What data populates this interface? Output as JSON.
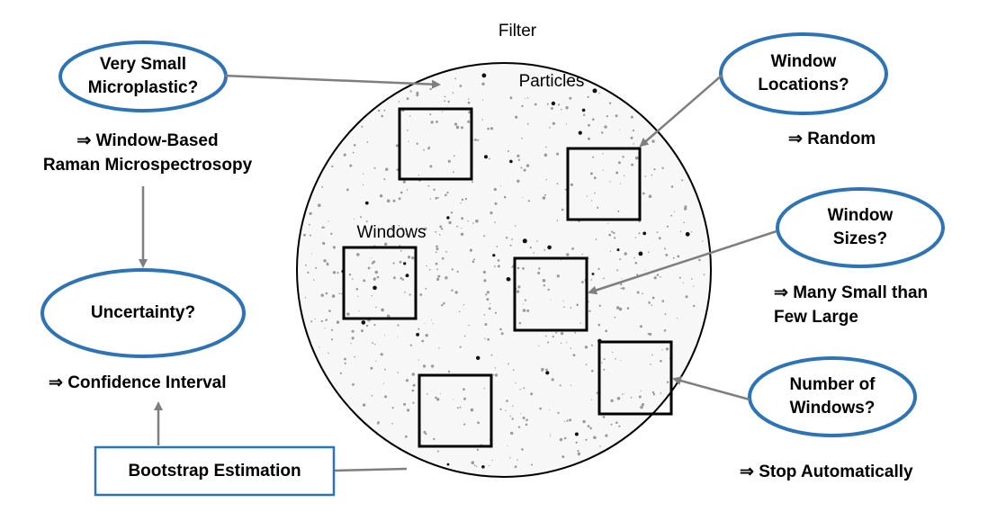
{
  "filter_label": "Filter",
  "particles_label": "Particles",
  "windows_label": "Windows",
  "questions": {
    "very_small": "Very Small\nMicroplastic?",
    "uncertainty": "Uncertainty?",
    "window_locations": "Window\nLocations?",
    "window_sizes": "Window\nSizes?",
    "number_of_windows": "Number of\nWindows?"
  },
  "answers": {
    "window_based": "⇒ Window-Based\nRaman Microspectrosopy",
    "confidence_interval": "⇒ Confidence Interval",
    "random": "⇒ Random",
    "many_small": "⇒ Many Small than\nFew Large",
    "stop_automatically": "⇒ Stop Automatically"
  },
  "bootstrap_label": "Bootstrap Estimation",
  "colors": {
    "ellipse_stroke": "#2e74b5",
    "arrow": "#7f7f7f",
    "window_stroke": "#000000",
    "particle": "#9a9a9a"
  }
}
